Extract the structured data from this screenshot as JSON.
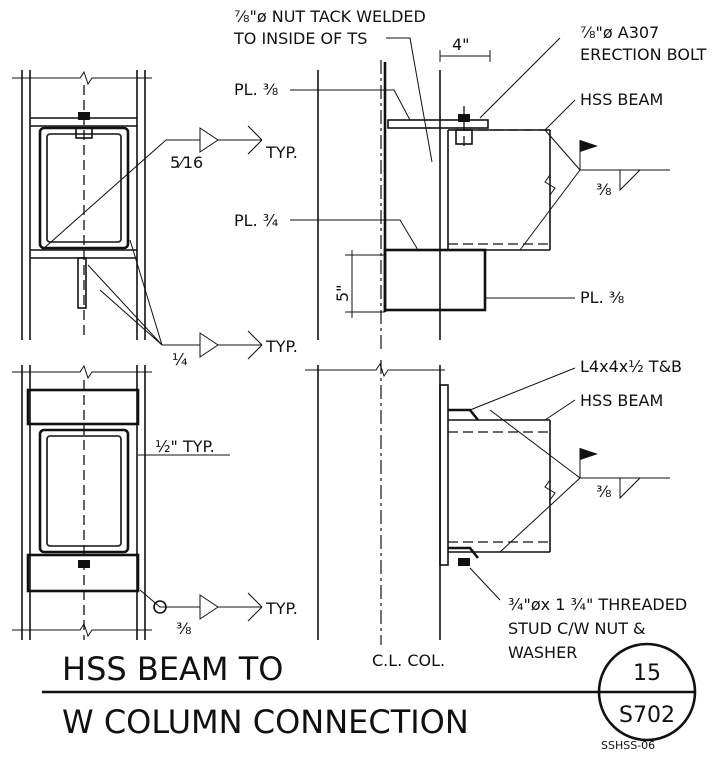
{
  "notes": {
    "nut_weld_1": "⅞\"ø NUT TACK WELDED",
    "nut_weld_2": "TO INSIDE OF TS",
    "bolt_1": "⅞\"ø A307",
    "bolt_2": "ERECTION BOLT",
    "dim_4": "4\"",
    "pl_38_top": "PL. ⅜",
    "hss_beam_top": "HSS BEAM",
    "weld_516": "5⁄16",
    "typ_1": "TYP.",
    "weld_38_top": "⅜",
    "pl_34": "PL. ¾",
    "dim_5": "5\"",
    "pl_38_bottom": "PL. ⅜",
    "weld_14": "¼",
    "typ_2": "TYP.",
    "angle": "L4x4x½ T&B",
    "hss_beam_bottom": "HSS BEAM",
    "half_typ": "½\" TYP.",
    "weld_38_bottom": "⅜",
    "stud_1": "¾\"øx 1 ¾\" THREADED",
    "stud_2": "STUD C/W NUT &",
    "stud_3": "WASHER",
    "typ_3": "TYP.",
    "weld_38_left": "⅜",
    "cl_col": "C.L. COL."
  },
  "title": {
    "line1": "HSS BEAM TO",
    "line2": "W COLUMN CONNECTION"
  },
  "detail": {
    "number": "15",
    "sheet": "S702",
    "code": "SSHSS-06"
  }
}
